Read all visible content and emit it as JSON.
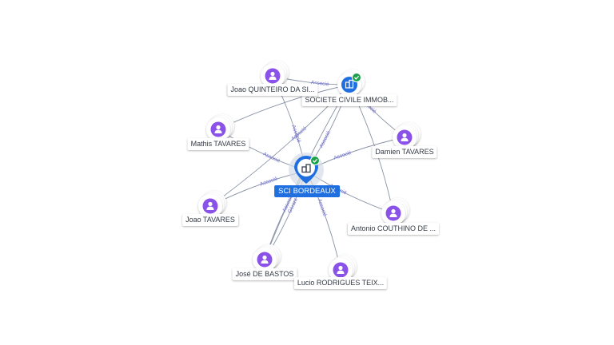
{
  "graph": {
    "accent": "#1f6fe0",
    "person_color": "#8a52e8",
    "check_color": "#1aa14a",
    "edge_color": "#8892a6",
    "nodes": [
      {
        "id": "center",
        "label": "SCI BORDEAUX",
        "kind": "company-main",
        "icon": "building-icon"
      },
      {
        "id": "societe",
        "label": "SOCIETE CIVILE IMMOB...",
        "kind": "company",
        "icon": "building-icon"
      },
      {
        "id": "joaoq",
        "label": "Joao QUINTEIRO DA SI...",
        "kind": "person",
        "icon": "person-icon"
      },
      {
        "id": "mathis",
        "label": "Mathis TAVARES",
        "kind": "person",
        "icon": "person-icon"
      },
      {
        "id": "damien",
        "label": "Damien TAVARES",
        "kind": "person",
        "icon": "person-icon"
      },
      {
        "id": "joaot",
        "label": "Joao TAVARES",
        "kind": "person",
        "icon": "person-icon"
      },
      {
        "id": "antonio",
        "label": "Antonio COUTHINO DE ...",
        "kind": "person",
        "icon": "person-icon"
      },
      {
        "id": "jose",
        "label": "José DE BASTOS",
        "kind": "person",
        "icon": "person-icon"
      },
      {
        "id": "lucio",
        "label": "Lucio RODRIGUES TEIX...",
        "kind": "person",
        "icon": "person-icon"
      }
    ],
    "edges": [
      {
        "from": "joaoq",
        "to": "center",
        "label": "Associé"
      },
      {
        "from": "mathis",
        "to": "center",
        "label": "Associé"
      },
      {
        "from": "joaot",
        "to": "center",
        "label": "Associé"
      },
      {
        "from": "jose",
        "to": "center",
        "label": "Gérant"
      },
      {
        "from": "jose",
        "to": "center",
        "label": "Associé"
      },
      {
        "from": "lucio",
        "to": "center",
        "label": "Associé"
      },
      {
        "from": "antonio",
        "to": "center",
        "label": "Associé"
      },
      {
        "from": "damien",
        "to": "center",
        "label": "Associé"
      },
      {
        "from": "societe",
        "to": "center",
        "label": "Associé"
      },
      {
        "from": "joaoq",
        "to": "societe",
        "label": "Associé"
      },
      {
        "from": "mathis",
        "to": "societe",
        "label": ""
      },
      {
        "from": "joaot",
        "to": "societe",
        "label": "Associé"
      },
      {
        "from": "damien",
        "to": "societe",
        "label": "Associé"
      },
      {
        "from": "antonio",
        "to": "societe",
        "label": ""
      },
      {
        "from": "jose",
        "to": "societe",
        "label": ""
      }
    ]
  }
}
